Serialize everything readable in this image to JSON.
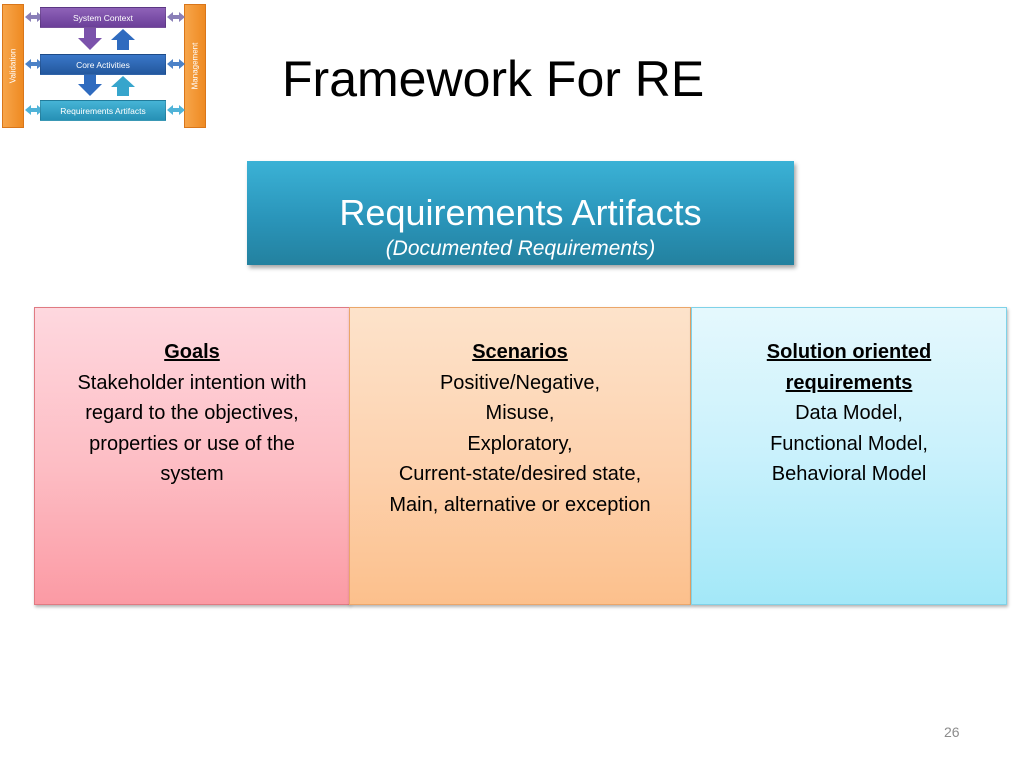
{
  "thumbnail": {
    "left_label": "Validation",
    "right_label": "Management",
    "boxes": [
      "System Context",
      "Core Activities",
      "Requirements Artifacts"
    ]
  },
  "title": "Framework For RE",
  "header": {
    "title": "Requirements Artifacts",
    "subtitle": "(Documented Requirements)"
  },
  "categories": [
    {
      "title": "Goals",
      "lines": [
        "Stakeholder intention with",
        "regard to the objectives,",
        "properties or use of the",
        "system"
      ]
    },
    {
      "title": "Scenarios",
      "lines": [
        "Positive/Negative,",
        "Misuse,",
        "Exploratory,",
        "Current-state/desired state,",
        "Main, alternative or exception"
      ]
    },
    {
      "title_lines": [
        "Solution oriented",
        "requirements"
      ],
      "lines": [
        "Data Model,",
        "Functional Model,",
        "Behavioral Model"
      ]
    }
  ],
  "page_number": "26",
  "colors": {
    "header_box": "#2a95ba",
    "goals_box": "#fdbcc3",
    "scenarios_box": "#fdd1ad",
    "solution_box": "#c9f1fc",
    "thumbnail_context": "#6b3f99",
    "thumbnail_core": "#23589e",
    "thumbnail_artifacts": "#2690b5",
    "thumbnail_side_bars": "#ee8a22"
  }
}
